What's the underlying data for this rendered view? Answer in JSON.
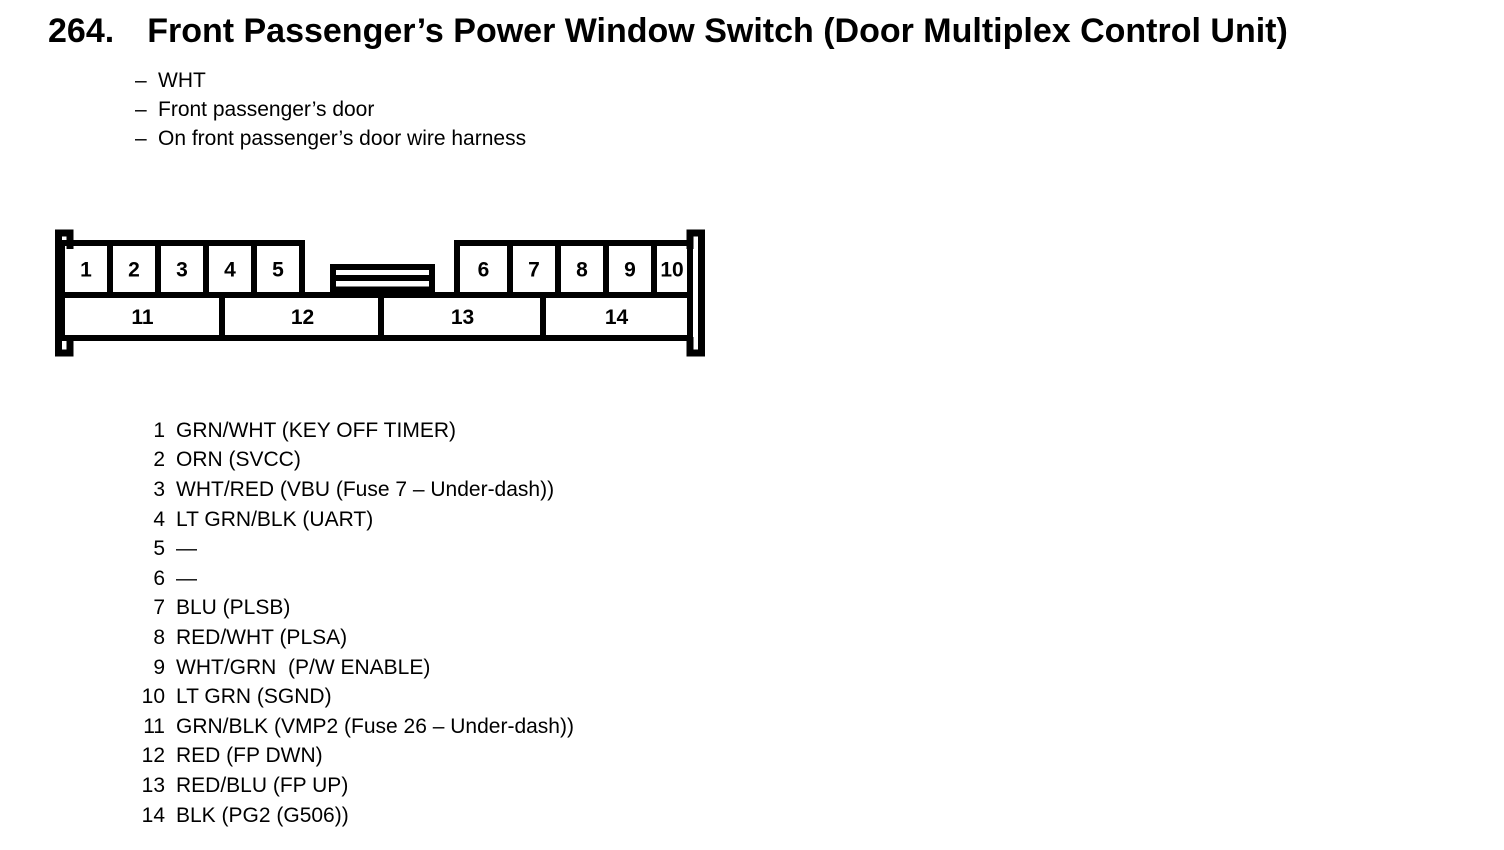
{
  "title": {
    "number": "264.",
    "text": "Front Passenger’s Power Window Switch (Door Multiplex Control Unit)"
  },
  "note_dash": "–",
  "notes": [
    "WHT",
    "Front passenger’s door",
    "On front passenger’s door wire harness"
  ],
  "connector": {
    "top_left_cells": [
      "1",
      "2",
      "3",
      "4",
      "5"
    ],
    "top_right_cells": [
      "6",
      "7",
      "8",
      "9",
      "10"
    ],
    "bottom_cells": [
      "11",
      "12",
      "13",
      "14"
    ]
  },
  "pins": [
    {
      "num": "1",
      "desc": "GRN/WHT (KEY OFF TIMER)"
    },
    {
      "num": "2",
      "desc": "ORN (SVCC)"
    },
    {
      "num": "3",
      "desc": "WHT/RED (VBU (Fuse 7 – Under-dash))"
    },
    {
      "num": "4",
      "desc": "LT GRN/BLK (UART)"
    },
    {
      "num": "5",
      "desc": "—"
    },
    {
      "num": "6",
      "desc": "—"
    },
    {
      "num": "7",
      "desc": "BLU (PLSB)"
    },
    {
      "num": "8",
      "desc": "RED/WHT (PLSA)"
    },
    {
      "num": "9",
      "desc": "WHT/GRN  (P/W ENABLE)"
    },
    {
      "num": "10",
      "desc": "LT GRN (SGND)"
    },
    {
      "num": "11",
      "desc": "GRN/BLK (VMP2 (Fuse 26 – Under-dash))"
    },
    {
      "num": "12",
      "desc": "RED (FP DWN)"
    },
    {
      "num": "13",
      "desc": "RED/BLU (FP UP)"
    },
    {
      "num": "14",
      "desc": "BLK (PG2 (G506))"
    }
  ],
  "colors": {
    "ink": "#000000",
    "background": "#ffffff"
  }
}
